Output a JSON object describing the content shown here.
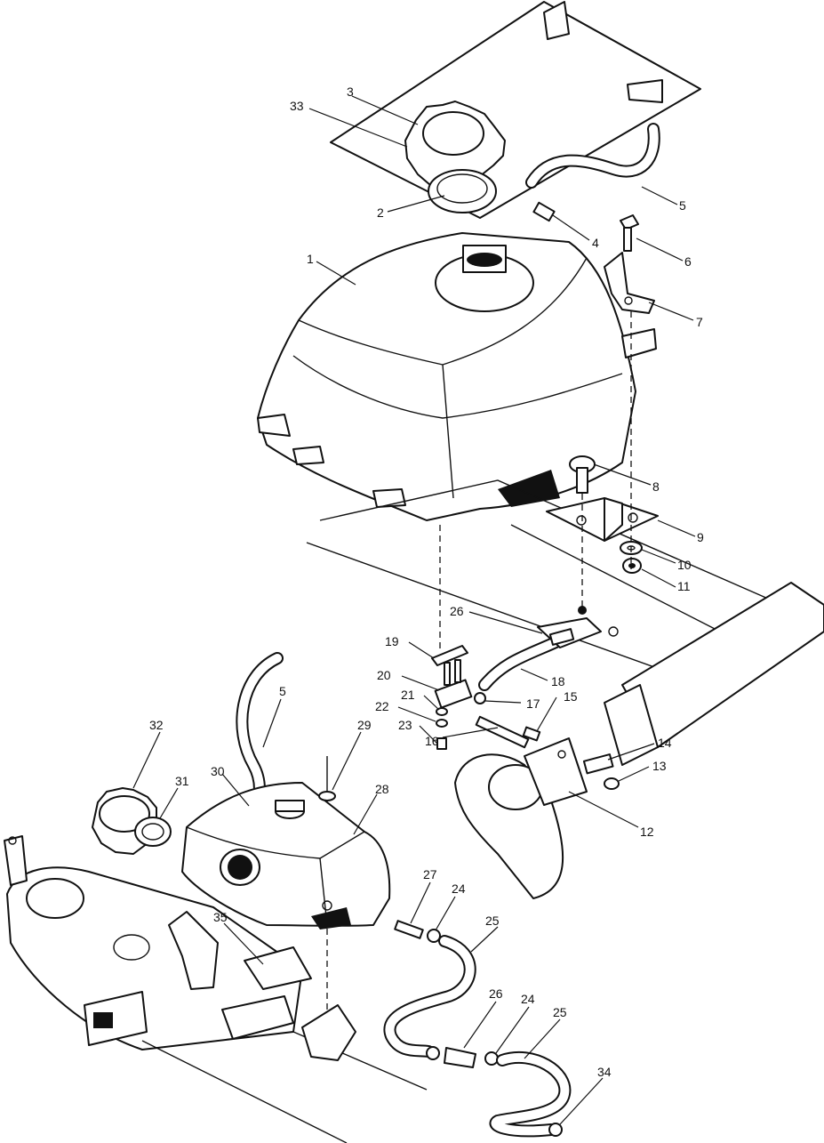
{
  "diagram": {
    "callouts": [
      {
        "id": "1",
        "text": "1"
      },
      {
        "id": "2",
        "text": "2"
      },
      {
        "id": "3",
        "text": "3"
      },
      {
        "id": "4",
        "text": "4"
      },
      {
        "id": "5a",
        "text": "5"
      },
      {
        "id": "5b",
        "text": "5"
      },
      {
        "id": "6",
        "text": "6"
      },
      {
        "id": "7",
        "text": "7"
      },
      {
        "id": "8",
        "text": "8"
      },
      {
        "id": "9",
        "text": "9"
      },
      {
        "id": "10",
        "text": "10"
      },
      {
        "id": "11",
        "text": "11"
      },
      {
        "id": "12",
        "text": "12"
      },
      {
        "id": "13",
        "text": "13"
      },
      {
        "id": "14",
        "text": "14"
      },
      {
        "id": "15",
        "text": "15"
      },
      {
        "id": "16",
        "text": "16"
      },
      {
        "id": "17",
        "text": "17"
      },
      {
        "id": "18",
        "text": "18"
      },
      {
        "id": "19",
        "text": "19"
      },
      {
        "id": "20",
        "text": "20"
      },
      {
        "id": "21",
        "text": "21"
      },
      {
        "id": "22",
        "text": "22"
      },
      {
        "id": "23",
        "text": "23"
      },
      {
        "id": "24a",
        "text": "24"
      },
      {
        "id": "24b",
        "text": "24"
      },
      {
        "id": "25a",
        "text": "25"
      },
      {
        "id": "25b",
        "text": "25"
      },
      {
        "id": "26a",
        "text": "26"
      },
      {
        "id": "26b",
        "text": "26"
      },
      {
        "id": "27",
        "text": "27"
      },
      {
        "id": "28",
        "text": "28"
      },
      {
        "id": "29",
        "text": "29"
      },
      {
        "id": "30",
        "text": "30"
      },
      {
        "id": "31",
        "text": "31"
      },
      {
        "id": "32",
        "text": "32"
      },
      {
        "id": "33",
        "text": "33"
      },
      {
        "id": "34",
        "text": "34"
      },
      {
        "id": "35",
        "text": "35"
      }
    ]
  }
}
